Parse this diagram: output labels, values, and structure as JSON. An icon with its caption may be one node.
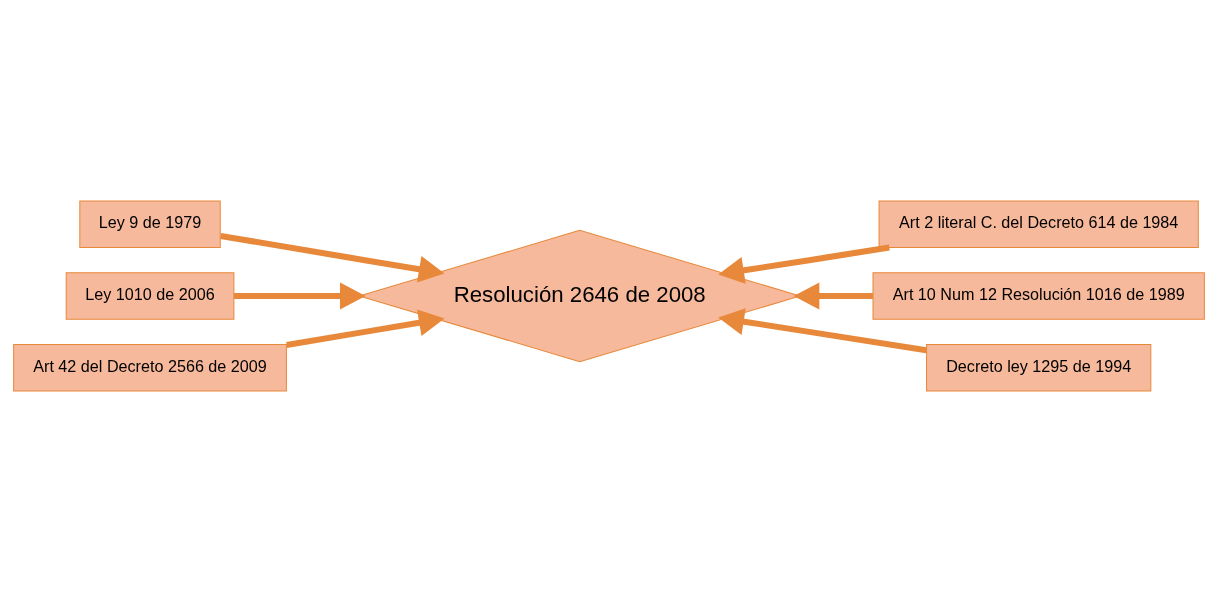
{
  "diagram": {
    "nodes": [
      {
        "text": [
          "Ley 9 de 1979"
        ]
      },
      {
        "text": [
          "Art 2 literal C. del Decreto 614 de 1984"
        ]
      },
      {
        "text": [
          "Ley 1010 de 2006"
        ]
      },
      {
        "text": [
          "Resolución 2646 de 2008"
        ]
      },
      {
        "text": [
          "Art 10 Num 12 Resolución 1016 de 1989"
        ]
      },
      {
        "text": [
          "Art 42 del Decreto 2566 de 2009"
        ]
      },
      {
        "text": [
          "Decreto ley 1295 de 1994"
        ]
      }
    ],
    "edges": [
      {
        "from": 0,
        "to": 3,
        "arrow": "to"
      },
      {
        "from": 1,
        "to": 3,
        "arrow": "to"
      },
      {
        "from": 2,
        "to": 3,
        "arrow": "to"
      },
      {
        "from": 4,
        "to": 3,
        "arrow": "to"
      },
      {
        "from": 5,
        "to": 3,
        "arrow": "to"
      },
      {
        "from": 6,
        "to": 3,
        "arrow": "to"
      }
    ]
  }
}
